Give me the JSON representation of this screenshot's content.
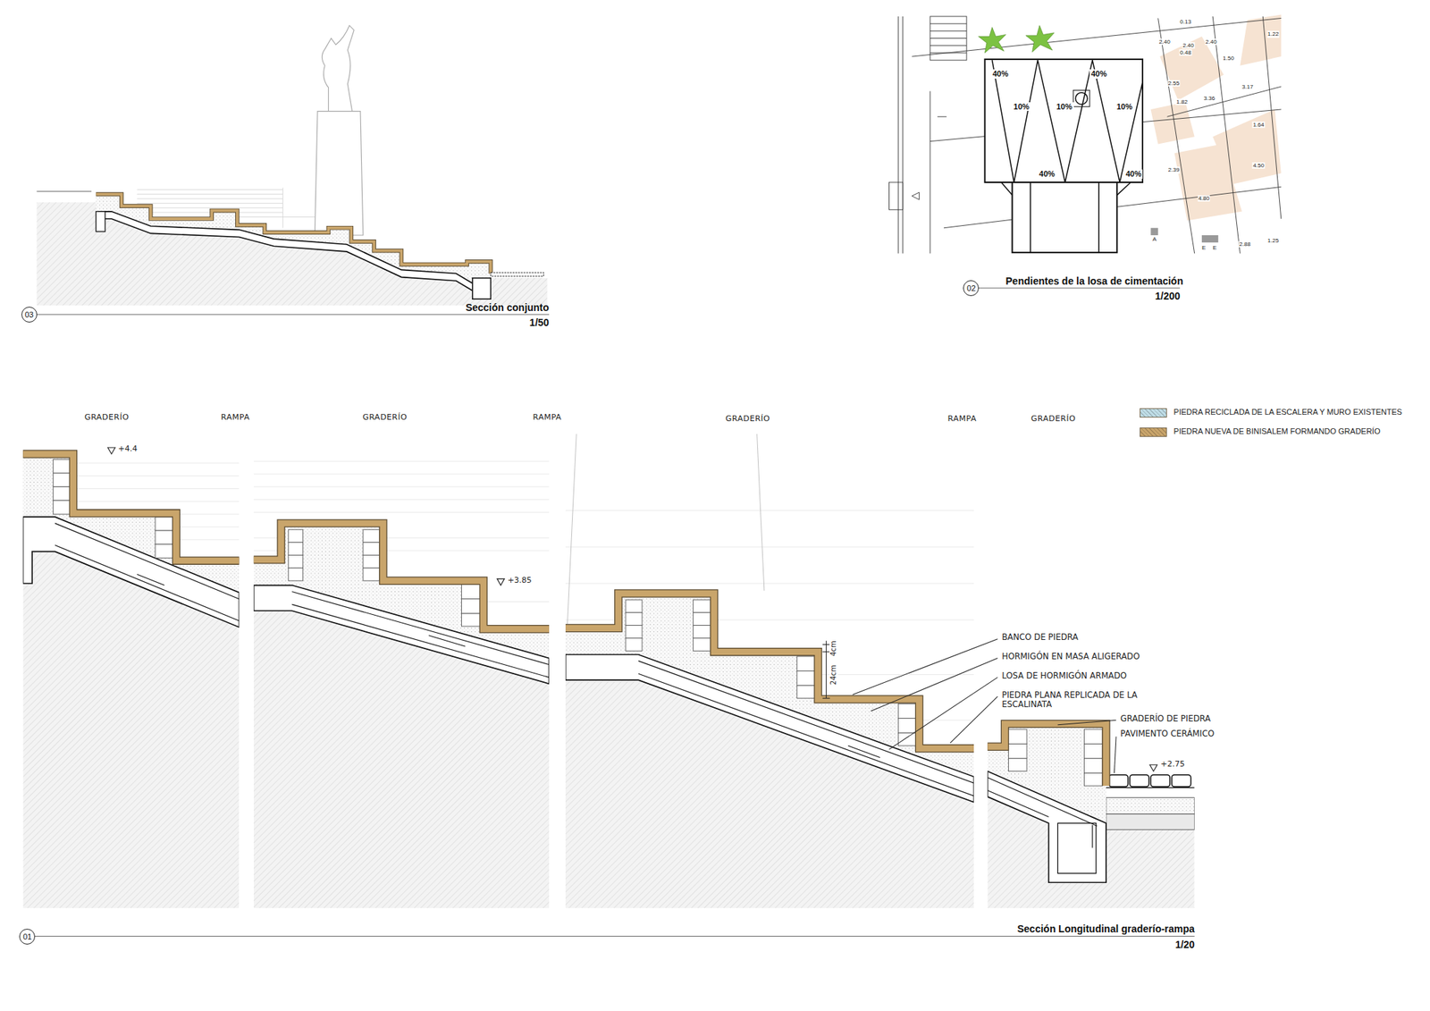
{
  "diagram": {
    "nodes": [
      {
        "text": [
          "03"
        ]
      },
      {
        "text": [
          "02"
        ]
      },
      {
        "text": [
          "01"
        ]
      }
    ],
    "labels": [
      "Sección conjunto",
      "1/50",
      "Pendientes de la losa de cimentación",
      "1/200",
      "40%",
      "40%",
      "10%",
      "10%",
      "10%",
      "40%",
      "40%",
      "0.13",
      "2.40",
      "2.40",
      "0.48",
      "2.40",
      "1.50",
      "1.22",
      "2.55",
      "1.82",
      "3.36",
      "3.17",
      "1.64",
      "2.39",
      "4.50",
      "4.80",
      "2.88",
      "1.25",
      "A",
      "E",
      "E",
      "GRADERÍO",
      "RAMPA",
      "GRADERÍO",
      "RAMPA",
      "GRADERÍO",
      "RAMPA",
      "GRADERÍO",
      "+4.4",
      "+3.85",
      "+2.75",
      "4cm",
      "24cm",
      "BANCO DE PIEDRA",
      "HORMIGÓN EN MASA ALIGERADO",
      "LOSA DE HORMIGÓN ARMADO",
      "PIEDRA PLANA REPLICADA DE LA ESCALINATA",
      "GRADERÍO DE PIEDRA",
      "PAVIMENTO CERÁMICO",
      "Sección Longitudinal graderío-rampa",
      "1/20"
    ],
    "legend": [
      {
        "text": "PIEDRA RECICLADA DE LA ESCALERA Y MURO EXISTENTES",
        "color": "#bfdde6"
      },
      {
        "text": "PIEDRA NUEVA DE BINISALEM FORMANDO GRADERÍO",
        "color": "#c9a56b"
      }
    ]
  }
}
